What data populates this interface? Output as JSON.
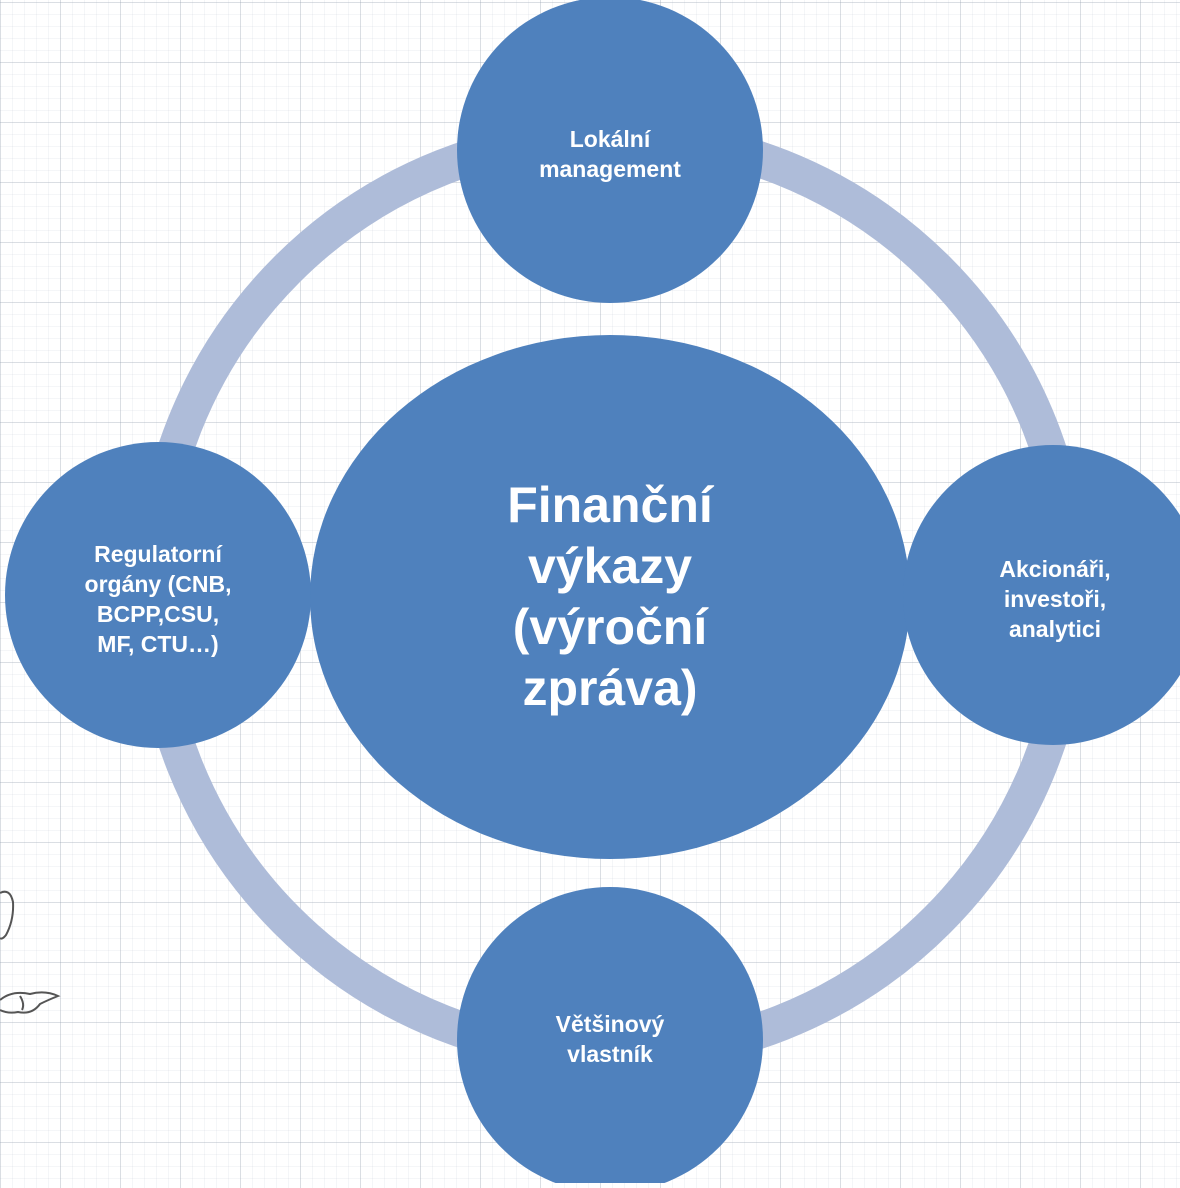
{
  "colors": {
    "node_fill": "#4f81bd",
    "ring_stroke": "#aebcd9",
    "label_text": "#ffffff"
  },
  "diagram": {
    "center": "Finanční\nvýkazy\n(výroční\nzpráva)",
    "nodes": {
      "top": "Lokální\nmanagement",
      "right": "Akcionáři,\ninvestoři,\nanalytici",
      "bottom": "Většinový\nvlastník",
      "left": "Regulatorní\norgány (CNB,\nBCPP,CSU,\nMF, CTU…)"
    }
  }
}
